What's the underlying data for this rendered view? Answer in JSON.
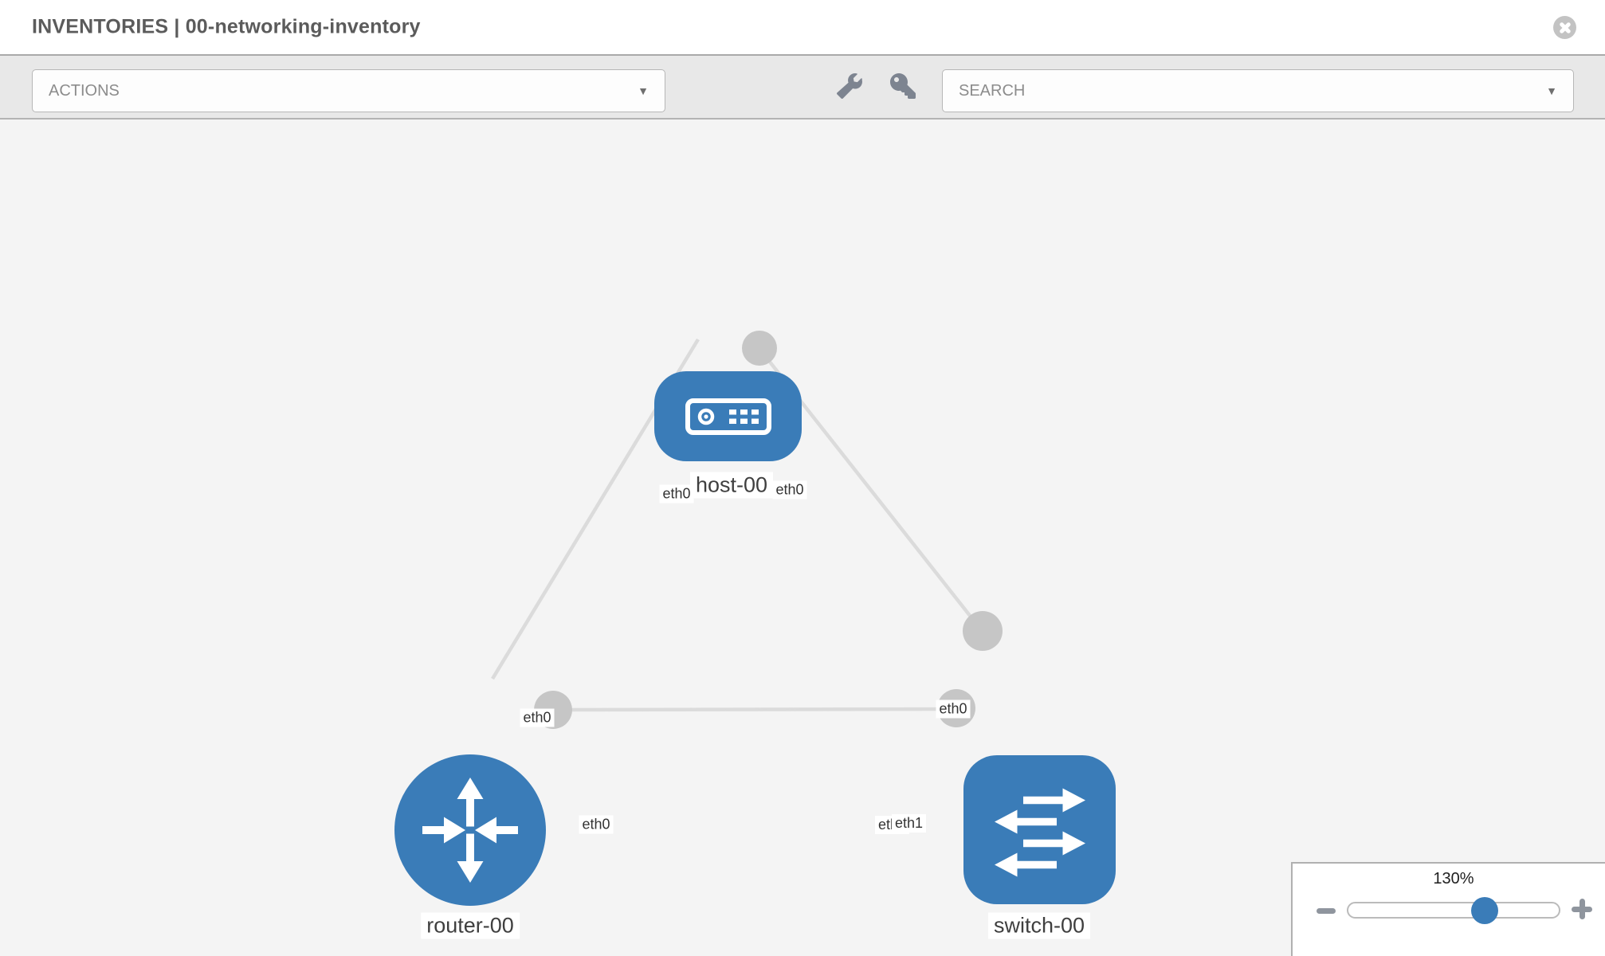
{
  "header": {
    "title": "INVENTORIES | 00-networking-inventory"
  },
  "toolbar": {
    "actions_label": "ACTIONS",
    "search_label": "SEARCH",
    "caret": "▼"
  },
  "icons": {
    "close": "circle-x",
    "wrench": "wrench",
    "key": "key",
    "actions_caret": "caret-down",
    "search_caret": "caret-down",
    "zoom_out": "minus",
    "zoom_in": "plus",
    "host_glyph": "server-faceplate",
    "router_glyph": "four-way-arrows",
    "switch_glyph": "staggered-arrows"
  },
  "topology": {
    "nodes": [
      {
        "id": "host-00",
        "type": "host",
        "label": "host-00"
      },
      {
        "id": "router-00",
        "type": "router",
        "label": "router-00"
      },
      {
        "id": "switch-00",
        "type": "switch",
        "label": "switch-00"
      }
    ],
    "links": [
      {
        "source": "host-00",
        "target": "router-00",
        "source_iface": "eth0",
        "target_iface": "eth0"
      },
      {
        "source": "host-00",
        "target": "switch-00",
        "source_iface": "eth0",
        "target_iface": "eth0"
      },
      {
        "source": "router-00",
        "target": "switch-00",
        "source_iface": "eth0",
        "target_iface": "eth1"
      }
    ],
    "iface_labels": {
      "host_left": "eth0",
      "host_right": "eth0",
      "host_router_mid": "eth0",
      "switch_top": "eth0",
      "router_right": "eth0",
      "switch_left_under": "eth0",
      "switch_left_over": "eth1"
    }
  },
  "zoom_control": {
    "level": "130%"
  },
  "colors": {
    "node_blue": "#3a7cb8",
    "edge_gray": "#dbdbdb",
    "connector_gray": "#c6c6c6",
    "toolbar_bg": "#e8e8e8",
    "canvas_bg": "#f4f4f4"
  }
}
